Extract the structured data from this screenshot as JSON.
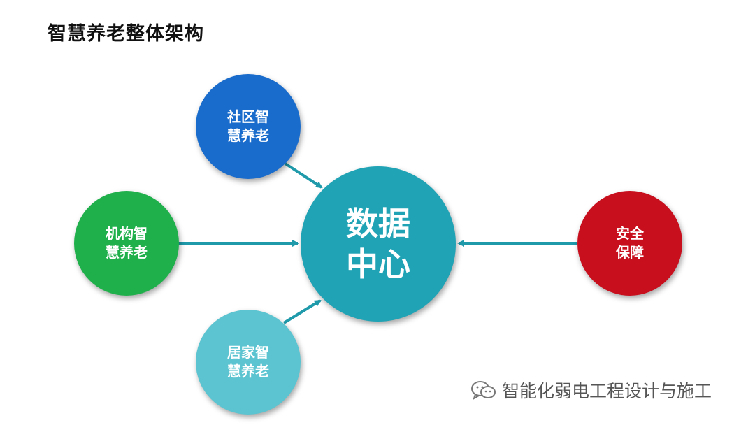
{
  "title": "智慧养老整体架构",
  "diagram": {
    "center": {
      "line1": "数据",
      "line2": "中心",
      "color": "#1fa3b5"
    },
    "nodes": [
      {
        "id": "community",
        "line1": "社区智",
        "line2": "慧养老",
        "color": "#1a6ccc"
      },
      {
        "id": "institution",
        "line1": "机构智",
        "line2": "慧养老",
        "color": "#1fb04c"
      },
      {
        "id": "home",
        "line1": "居家智",
        "line2": "慧养老",
        "color": "#5cc4d0"
      },
      {
        "id": "security",
        "line1": "安全",
        "line2": "保障",
        "color": "#c80f1e"
      }
    ],
    "arrow_color": "#1e9aab"
  },
  "watermark": {
    "text": "智能化弱电工程设计与施工",
    "icon": "wechat-icon"
  }
}
